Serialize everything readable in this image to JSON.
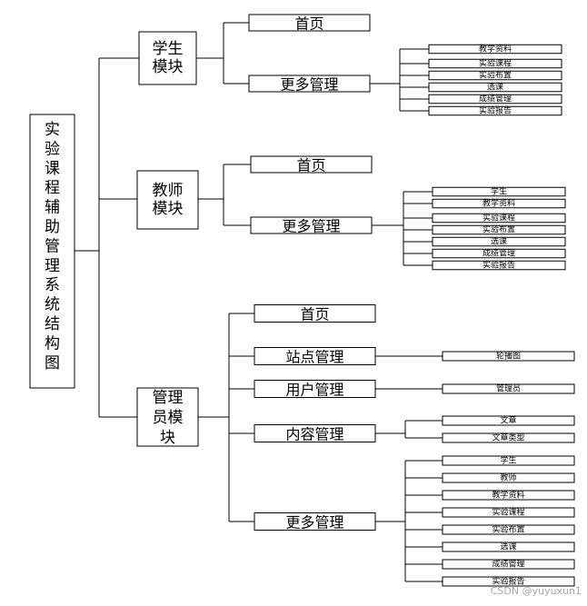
{
  "diagram": {
    "root": {
      "label": "实验课程辅助管理系统结构图"
    },
    "modules": [
      {
        "label": "学生模块",
        "label_lines": [
          "学生",
          "模块"
        ],
        "branches": [
          {
            "label": "首页",
            "children": []
          },
          {
            "label": "更多管理",
            "children": [
              "教学资料",
              "实验课程",
              "实验布置",
              "选课",
              "成绩管理",
              "实验报告"
            ]
          }
        ]
      },
      {
        "label": "教师模块",
        "label_lines": [
          "教师",
          "模块"
        ],
        "branches": [
          {
            "label": "首页",
            "children": []
          },
          {
            "label": "更多管理",
            "children": [
              "学生",
              "教学资料",
              "实验课程",
              "实验布置",
              "选课",
              "成绩管理",
              "实验报告"
            ]
          }
        ]
      },
      {
        "label": "管理员模块",
        "label_lines": [
          "管理",
          "员模",
          "块"
        ],
        "branches": [
          {
            "label": "首页",
            "children": []
          },
          {
            "label": "站点管理",
            "children": [
              "轮播图"
            ]
          },
          {
            "label": "用户管理",
            "children": [
              "管理员"
            ]
          },
          {
            "label": "内容管理",
            "children": [
              "文章",
              "文章类型"
            ]
          },
          {
            "label": "更多管理",
            "children": [
              "学生",
              "教师",
              "教学资料",
              "实验课程",
              "实验布置",
              "选课",
              "成绩管理",
              "实验报告"
            ]
          }
        ]
      }
    ]
  },
  "watermark": "CSDN @yuyuxun1"
}
